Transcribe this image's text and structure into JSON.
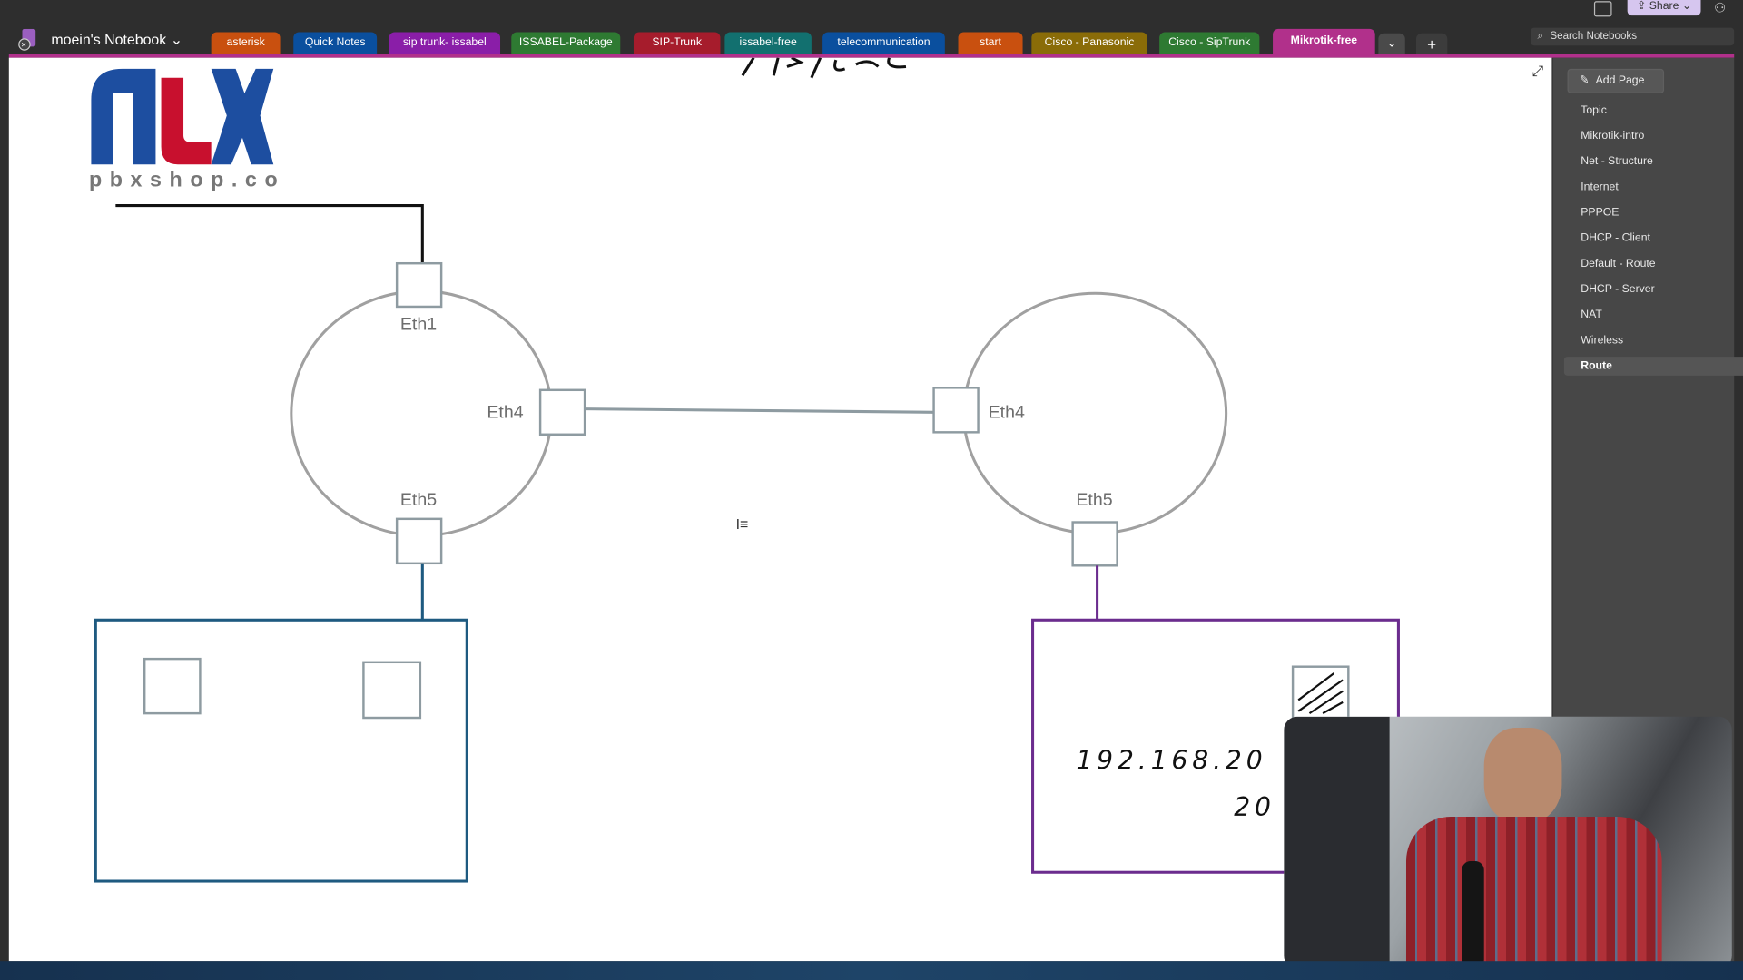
{
  "header": {
    "notebook_name": "moein's Notebook",
    "share_label": "Share",
    "search_placeholder": "Search Notebooks"
  },
  "tabs": [
    {
      "label": "asterisk",
      "color": "#c9500f"
    },
    {
      "label": "Quick Notes",
      "color": "#0a4f9e"
    },
    {
      "label": "sip trunk- issabel",
      "color": "#8a1ea8"
    },
    {
      "label": "ISSABEL-Package",
      "color": "#2e7a32"
    },
    {
      "label": "SIP-Trunk",
      "color": "#a61c2c"
    },
    {
      "label": "issabel-free",
      "color": "#12706f"
    },
    {
      "label": "telecommunication",
      "color": "#0a4f9e"
    },
    {
      "label": "start",
      "color": "#c9500f"
    },
    {
      "label": "Cisco - Panasonic",
      "color": "#8a6c08"
    },
    {
      "label": "Cisco - SipTrunk",
      "color": "#2e7a32"
    },
    {
      "label": "Mikrotik-free",
      "color": "#b1308b",
      "active": true
    }
  ],
  "sidebar": {
    "add_page_label": "Add Page",
    "pages": [
      "Topic",
      "Mikrotik-intro",
      "Net - Structure",
      "Internet",
      "PPPOE",
      "DHCP - Client",
      "Default - Route",
      "DHCP - Server",
      "NAT",
      "Wireless",
      "Route"
    ],
    "selected": "Route"
  },
  "canvas": {
    "logo_text": "pbxshop.co",
    "heading_ink": "PPPOE",
    "labels": {
      "left_eth1": "Eth1",
      "left_eth4": "Eth4",
      "left_eth5": "Eth5",
      "right_eth4": "Eth4",
      "right_eth5": "Eth5"
    },
    "ip_line1": "192.168.20",
    "ip_line2": "20"
  }
}
